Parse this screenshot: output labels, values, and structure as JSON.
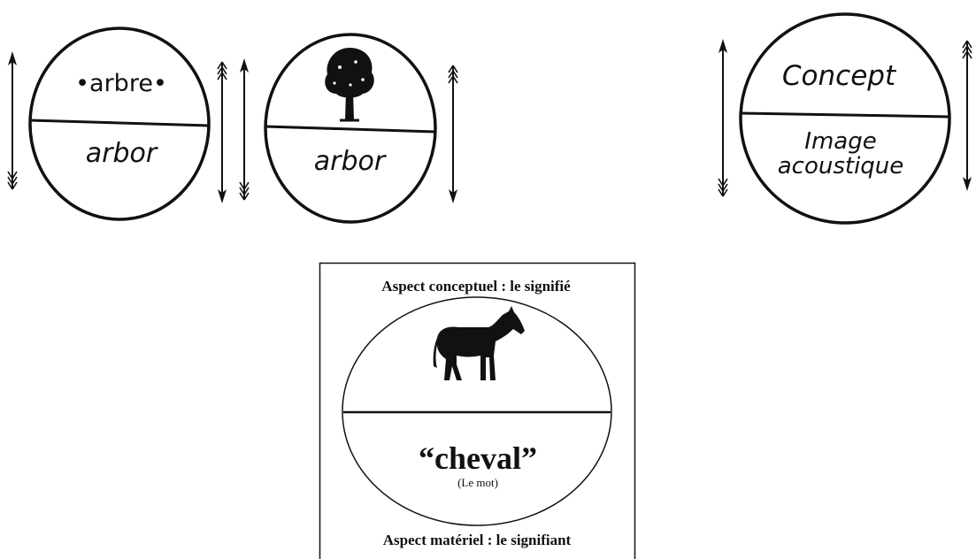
{
  "diagram1": {
    "concept": "•arbre•",
    "sound_image": "arbor"
  },
  "diagram2": {
    "concept_icon": "tree-icon",
    "sound_image": "arbor"
  },
  "diagram3": {
    "concept": "Concept",
    "sound_image_line1": "Image",
    "sound_image_line2": "acoustique"
  },
  "diagram4": {
    "top_caption": "Aspect conceptuel : le signifié",
    "concept_icon": "horse-icon",
    "word": "“cheval”",
    "word_note": "(Le mot)",
    "bottom_caption": "Aspect matériel : le signifiant"
  }
}
